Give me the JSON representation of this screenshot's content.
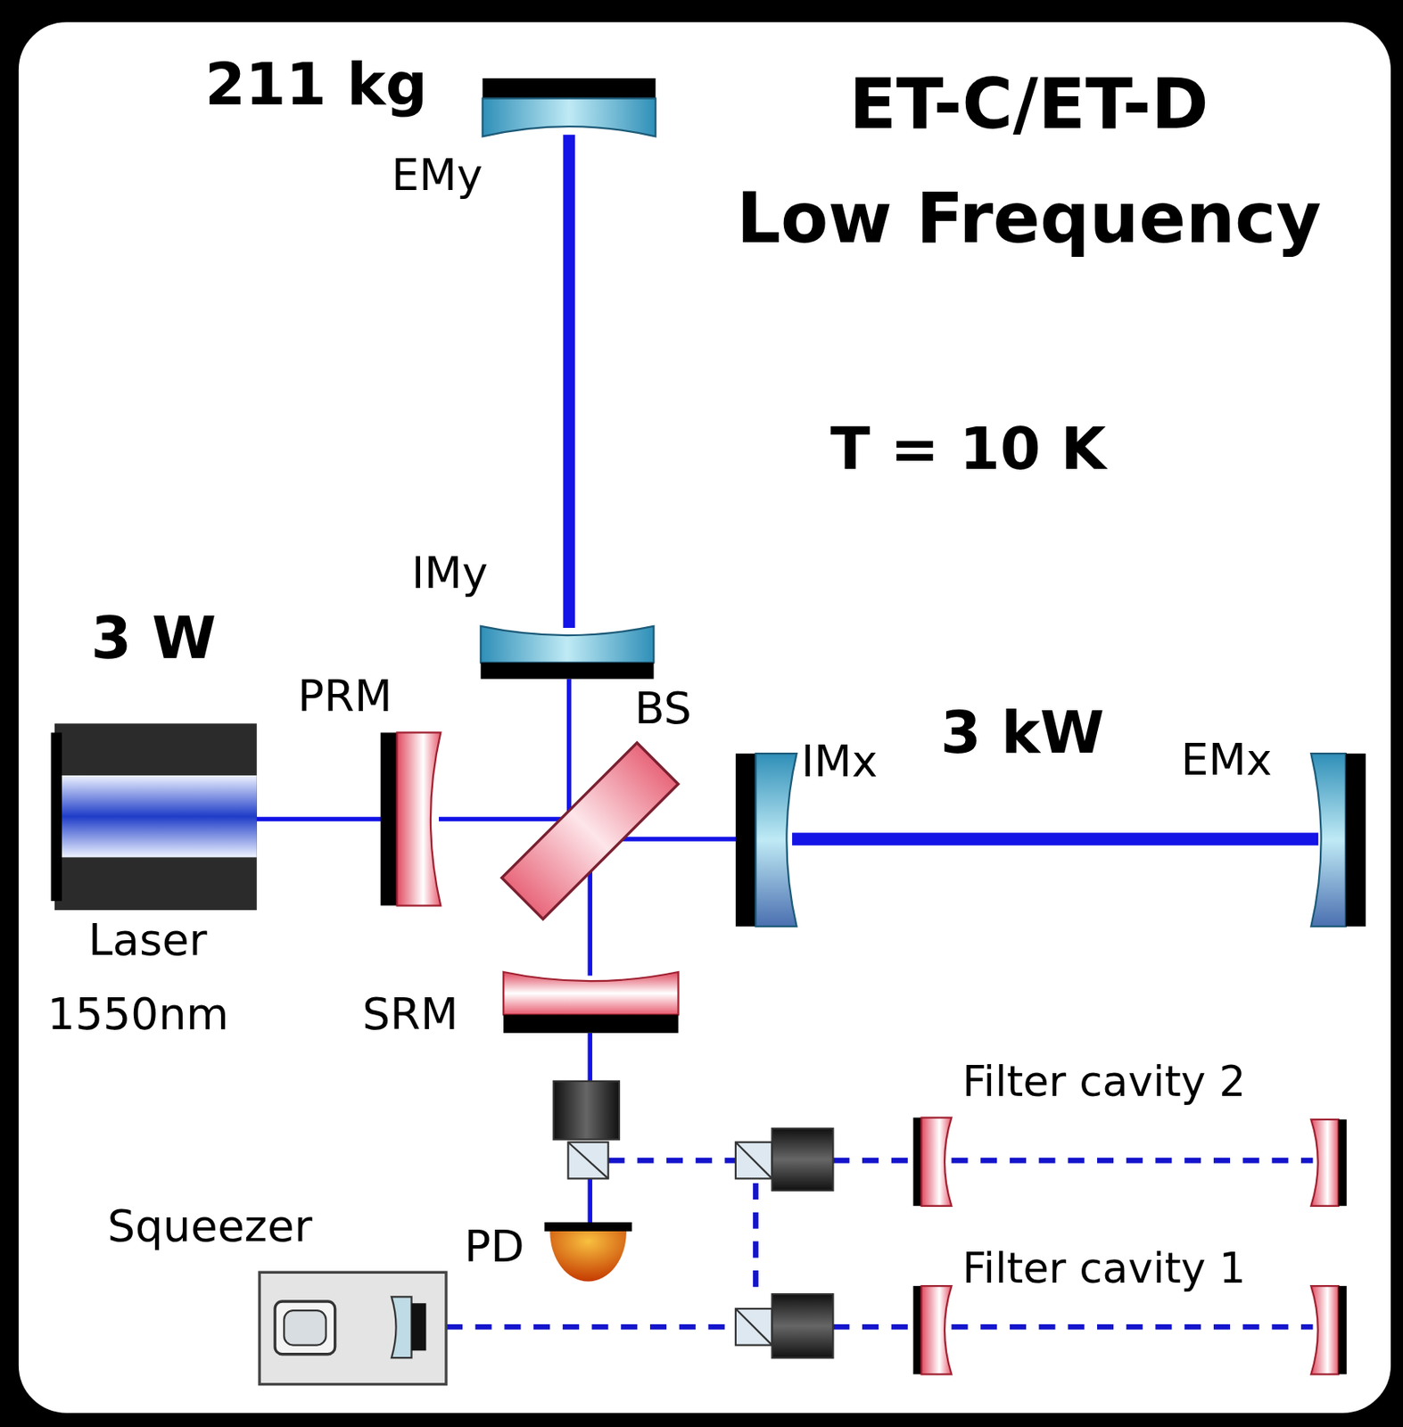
{
  "diagram": {
    "title": "ET-C/ET-D Low Frequency",
    "labels": [
      "211 kg",
      "EMy",
      "T = 10 K",
      "IMy",
      "3 W",
      "PRM",
      "BS",
      "IMx",
      "3 kW",
      "EMx",
      "Laser",
      "1550nm",
      "SRM",
      "Filter cavity 2",
      "Squeezer",
      "PD",
      "Filter cavity 1"
    ]
  }
}
